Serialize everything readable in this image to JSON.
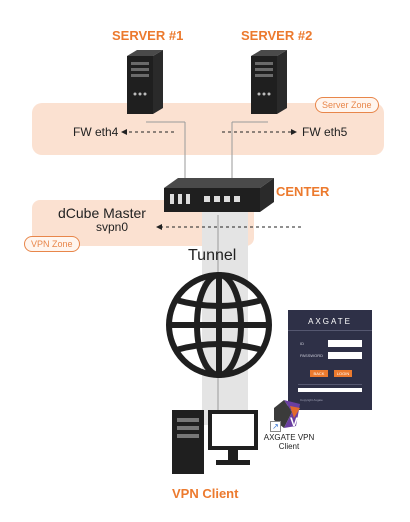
{
  "servers": [
    {
      "label": "SERVER #1"
    },
    {
      "label": "SERVER #2"
    }
  ],
  "zones": {
    "server_zone": "Server Zone",
    "vpn_zone": "VPN Zone"
  },
  "firewall": {
    "eth_left": "FW eth4",
    "eth_right": "FW eth5"
  },
  "center_label": "CENTER",
  "dcube": {
    "title": "dCube Master",
    "iface": "svpn0"
  },
  "tunnel_label": "Tunnel",
  "client_label": "VPN Client",
  "app": {
    "name_line1": "AXGATE VPN",
    "name_line2": "Client"
  },
  "login_window": {
    "brand": "AXGATE",
    "id_label": "ID",
    "password_label": "PASSWORD",
    "back_button": "BACK",
    "login_button": "LOGIN",
    "footer": "Copyright Axgate"
  },
  "colors": {
    "accent": "#ec7a2e",
    "zone_fill": "#fbe1d1",
    "zone_border": "#e8864a",
    "device_dark": "#1f1f1f",
    "login_bg": "#2e3047"
  }
}
